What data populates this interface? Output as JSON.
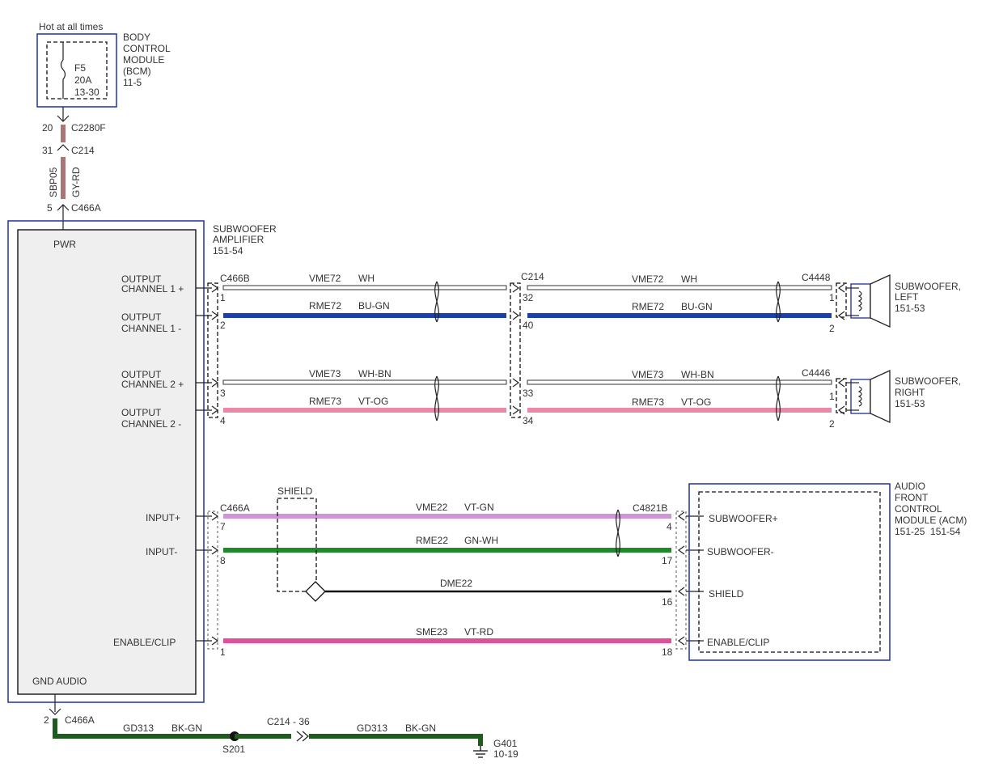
{
  "bcm": {
    "hot_label": "Hot at all times",
    "name_lines": [
      "BODY",
      "CONTROL",
      "MODULE",
      "(BCM)",
      "11-5"
    ],
    "fuse_lines": [
      "F5",
      "20A",
      "13-30"
    ]
  },
  "power_feed": {
    "c1_pin": "20",
    "c1_name": "C2280F",
    "c2_pin": "31",
    "c2_name": "C214",
    "splice": "SBP05",
    "color": "GY-RD",
    "c3_pin": "5",
    "c3_name": "C466A"
  },
  "amplifier": {
    "name_lines": [
      "SUBWOOFER",
      "AMPLIFIER",
      "151-54"
    ],
    "pwr": "PWR",
    "gnd": "GND AUDIO",
    "out1p": [
      "OUTPUT",
      "CHANNEL 1 +"
    ],
    "out1m": [
      "OUTPUT",
      "CHANNEL 1 -"
    ],
    "out2p": [
      "OUTPUT",
      "CHANNEL 2 +"
    ],
    "out2m": [
      "OUTPUT",
      "CHANNEL 2 -"
    ],
    "in_plus": "INPUT+",
    "in_minus": "INPUT-",
    "enable": "ENABLE/CLIP"
  },
  "output_wiring": {
    "left_conn": "C466B",
    "mid_conn": "C214",
    "left_spk_conn": "C4448",
    "right_spk_conn": "C4446",
    "w1": {
      "circuit": "VME72",
      "color": "WH",
      "pin_a": "1",
      "pin_b": "32",
      "pin_c": "1"
    },
    "w2": {
      "circuit": "RME72",
      "color": "BU-GN",
      "pin_a": "2",
      "pin_b": "40",
      "pin_c": "2"
    },
    "w3": {
      "circuit": "VME73",
      "color": "WH-BN",
      "pin_a": "3",
      "pin_b": "33",
      "pin_c": "1"
    },
    "w4": {
      "circuit": "RME73",
      "color": "VT-OG",
      "pin_a": "4",
      "pin_b": "34",
      "pin_c": "2"
    }
  },
  "speakers": {
    "left": [
      "SUBWOOFER,",
      "LEFT",
      "151-53"
    ],
    "right": [
      "SUBWOOFER,",
      "RIGHT",
      "151-53"
    ]
  },
  "input_wiring": {
    "left_conn": "C466A",
    "right_conn": "C4821B",
    "shield_label": "SHIELD",
    "w5": {
      "circuit": "VME22",
      "color": "VT-GN",
      "pin_a": "7",
      "pin_b": "4"
    },
    "w6": {
      "circuit": "RME22",
      "color": "GN-WH",
      "pin_a": "8",
      "pin_b": "17"
    },
    "w7": {
      "circuit": "DME22",
      "pin_b": "16"
    },
    "w8": {
      "circuit": "SME23",
      "color": "VT-RD",
      "pin_a": "1",
      "pin_b": "18"
    }
  },
  "acm": {
    "name_lines": [
      "AUDIO",
      "FRONT",
      "CONTROL",
      "MODULE (ACM)",
      "151-25  151-54"
    ],
    "pins": [
      "SUBWOOFER+",
      "SUBWOOFER-",
      "SHIELD",
      "ENABLE/CLIP"
    ]
  },
  "ground": {
    "pin": "2",
    "conn": "C466A",
    "circuit_a": "GD313",
    "color_a": "BK-GN",
    "splice": "S201",
    "inline_conn": "C214 - 36",
    "circuit_b": "GD313",
    "color_b": "BK-GN",
    "ground_name": "G401",
    "ground_ref": "10-19"
  },
  "colors": {
    "blue_frame": "#2c3da8",
    "wh": "#ffffff",
    "bu_gn": "#1d3fae",
    "wh_bn": "#ffffff",
    "vt_og": "#e88aa6",
    "vt_gn": "#cf95d8",
    "gn_wh": "#1f8a2c",
    "vt_rd": "#e04f9a",
    "bk_gn": "#1f5a1f",
    "gy_rd": "#a97575"
  }
}
